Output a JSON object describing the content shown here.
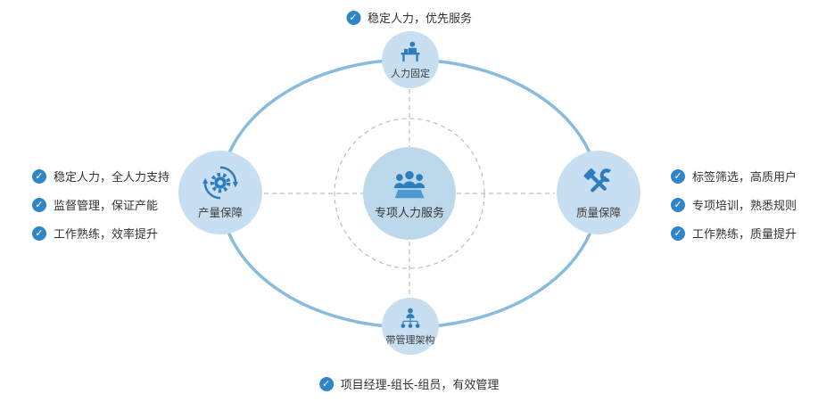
{
  "colors": {
    "accent": "#2E7EBF",
    "badge": "#2E86C8",
    "node_fill": "#C7DFF0",
    "center_fill": "#BCD9EC",
    "ellipse_stroke": "#88BCDF",
    "dashed_gray": "#BDBDBD",
    "text": "#333333"
  },
  "icons": {
    "check": "✓"
  },
  "center": {
    "label": "专项人力服务",
    "icon": "people-group-icon"
  },
  "nodes": {
    "top": {
      "label": "人力固定",
      "icon": "person-desk-icon"
    },
    "left": {
      "label": "产量保障",
      "icon": "gear-sync-icon"
    },
    "right": {
      "label": "质量保障",
      "icon": "tools-icon"
    },
    "bottom": {
      "label": "带管理架构",
      "icon": "org-structure-icon"
    }
  },
  "callouts": {
    "top": {
      "items": [
        "稳定人力，优先服务"
      ]
    },
    "left": {
      "items": [
        "稳定人力，全人力支持",
        "监督管理，保证产能",
        "工作熟练，效率提升"
      ]
    },
    "right": {
      "items": [
        "标签筛选，高质用户",
        "专项培训，熟悉规则",
        "工作熟练，质量提升"
      ]
    },
    "bottom": {
      "items": [
        "项目经理-组长-组员，有效管理"
      ]
    }
  }
}
